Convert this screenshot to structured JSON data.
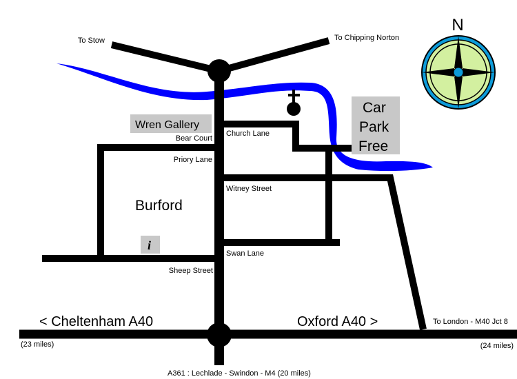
{
  "town_name": "Burford",
  "places": {
    "wren_gallery": "Wren Gallery",
    "car_park_line1": "Car",
    "car_park_line2": "Park",
    "car_park_line3": "Free",
    "info_symbol": "i"
  },
  "streets": {
    "church_lane": "Church Lane",
    "bear_court": "Bear Court",
    "priory_lane": "Priory Lane",
    "witney_street": "Witney Street",
    "swan_lane": "Swan Lane",
    "sheep_street": "Sheep Street"
  },
  "directions": {
    "stow": "To Stow",
    "chipping_norton": "To Chipping Norton",
    "cheltenham": "< Cheltenham A40",
    "oxford": "Oxford A40 >",
    "london": "To London - M40 Jct 8",
    "west_distance": "(23 miles)",
    "east_distance": "(24 miles)",
    "south": "A361 : Lechlade - Swindon - M4 (20 miles)"
  },
  "compass": {
    "north_label": "N"
  },
  "colors": {
    "road": "#000000",
    "river": "#0000ff",
    "label_box": "#c8c8c8",
    "compass_outer": "#0d9bd9",
    "compass_inner": "#d3f0a0"
  }
}
